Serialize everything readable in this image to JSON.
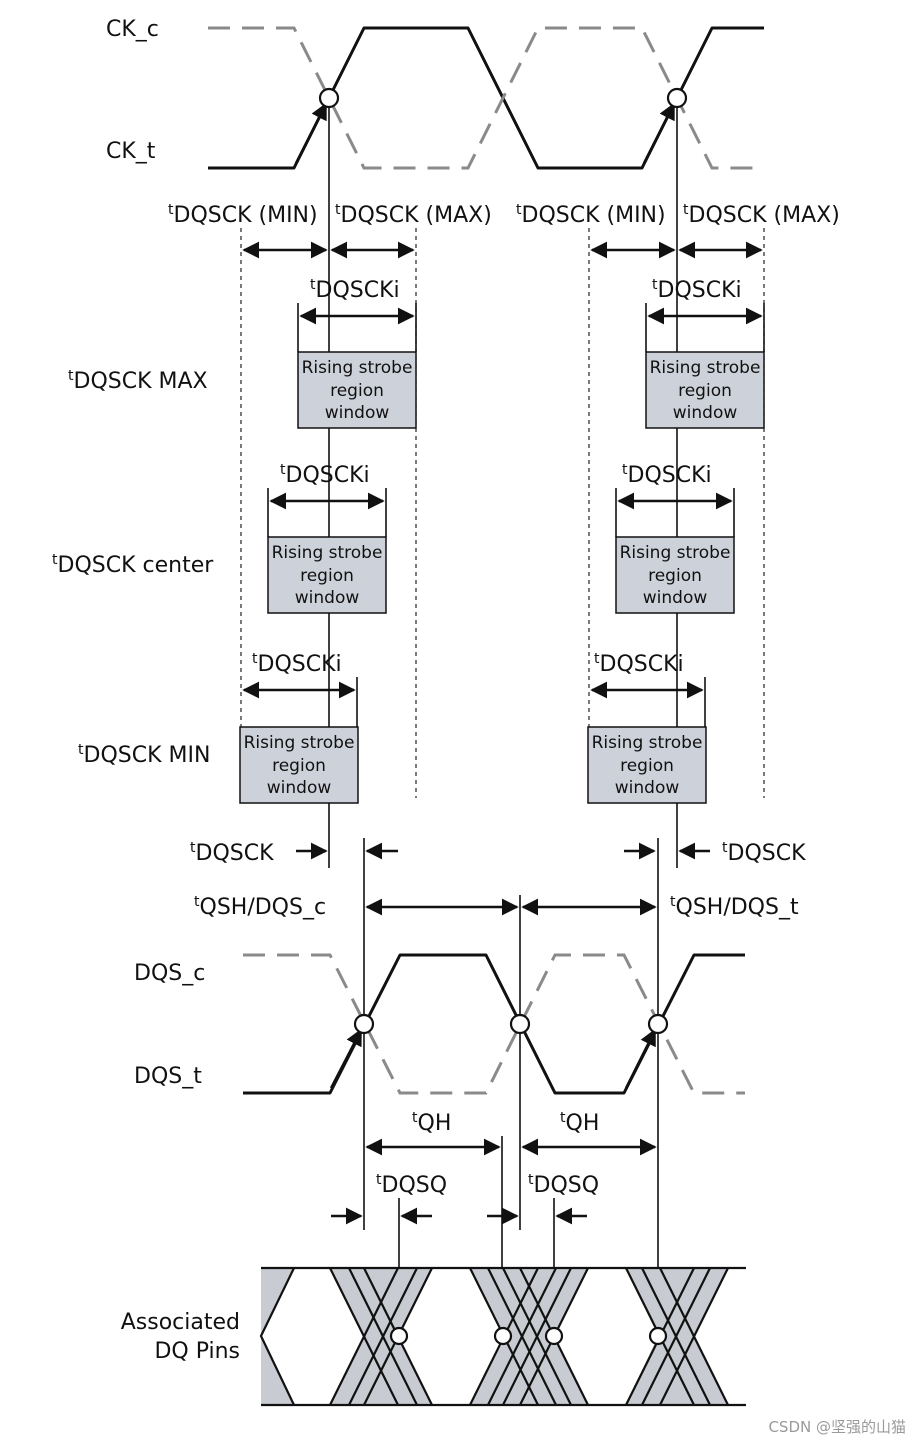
{
  "signals": {
    "ck_c": "CK_c",
    "ck_t": "CK_t",
    "dqs_c": "DQS_c",
    "dqs_t": "DQS_t",
    "dq_line1": "Associated",
    "dq_line2": "DQ Pins"
  },
  "timing": {
    "prefix": "t",
    "dqsck_min": "DQSCK (MIN)",
    "dqsck_max": "DQSCK (MAX)",
    "dqscki": "DQSCKi",
    "row_max": "DQSCK MAX",
    "row_center": "DQSCK center",
    "row_min": "DQSCK MIN",
    "dqsck": "DQSCK",
    "qsh_c": "QSH/DQS_c",
    "qsh_t": "QSH/DQS_t",
    "qh": "QH",
    "dqsq": "DQSQ"
  },
  "window": {
    "line1": "Rising strobe",
    "line2": "region",
    "line3": "window"
  },
  "watermark": "CSDN @坚强的山猫"
}
